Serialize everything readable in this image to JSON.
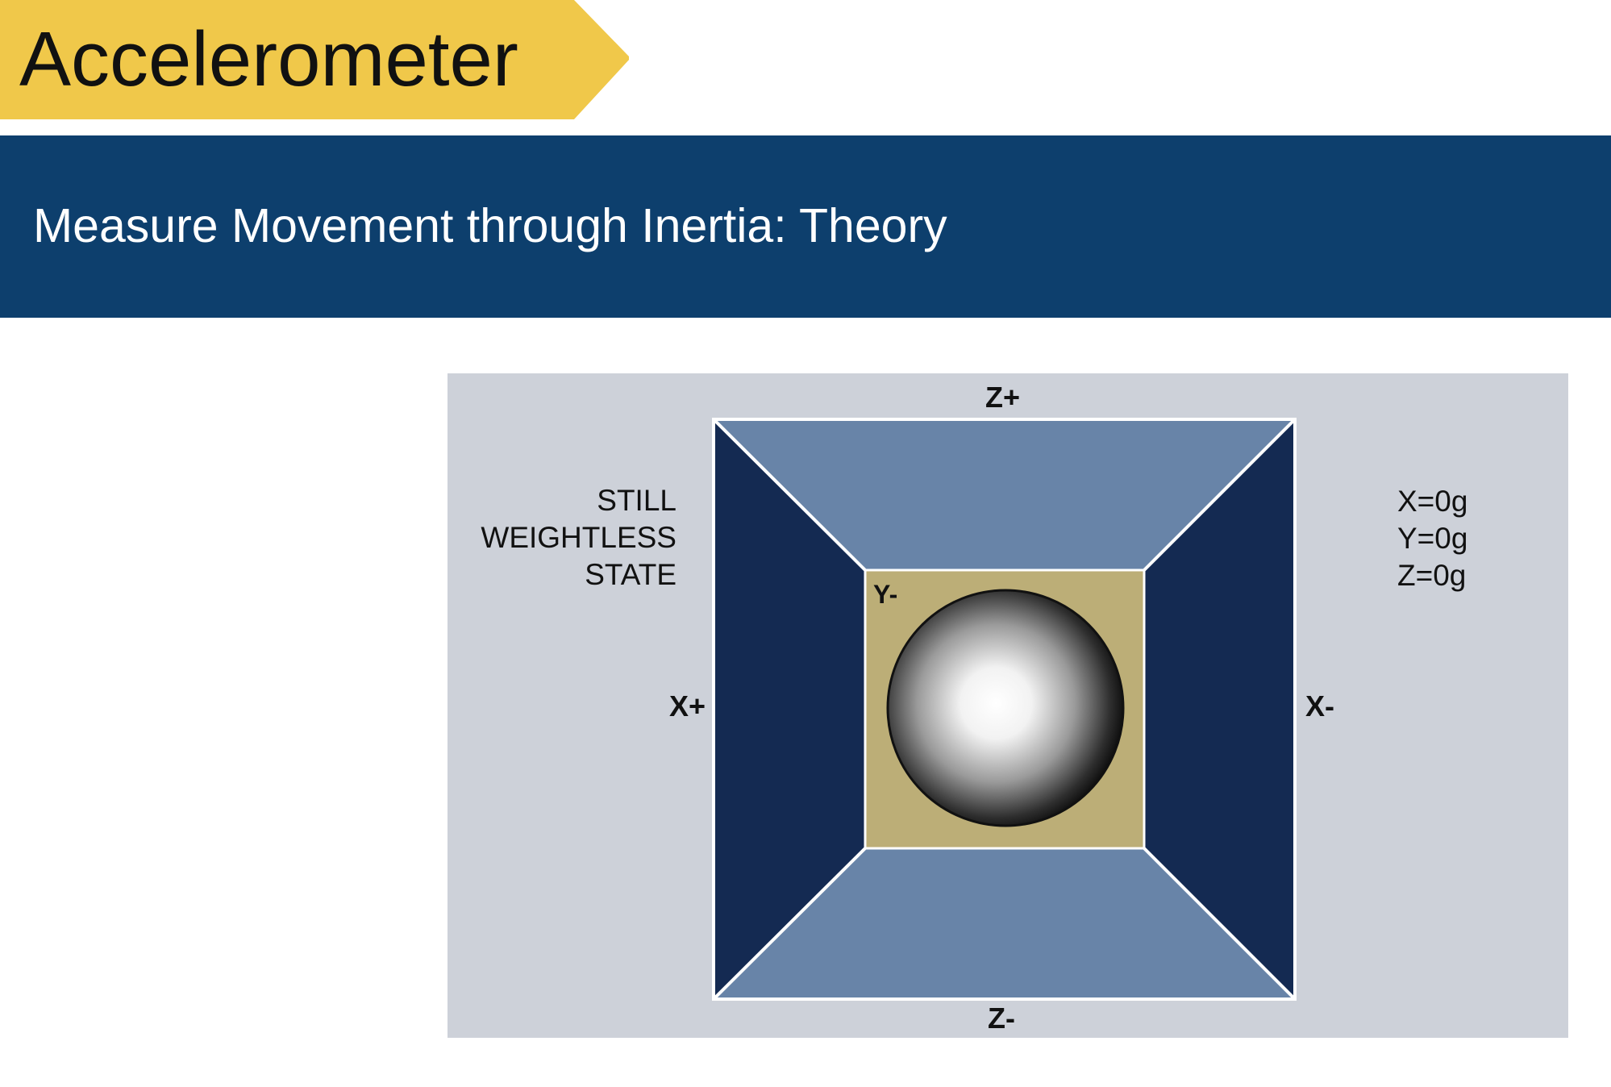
{
  "header": {
    "title": "Accelerometer",
    "subtitle": "Measure Movement through Inertia: Theory",
    "title_tab_color": "#f0c84a",
    "banner_color": "#0d3f6d"
  },
  "diagram": {
    "axes": {
      "z_plus": "Z+",
      "z_minus": "Z-",
      "x_plus": "X+",
      "x_minus": "X-",
      "y_minus": "Y-"
    },
    "state_lines": [
      "STILL",
      "WEIGHTLESS",
      "STATE"
    ],
    "readouts": [
      "X=0g",
      "Y=0g",
      "Z=0g"
    ],
    "colors": {
      "panel_background": "#cdd1d9",
      "side_walls": "#142a52",
      "top_bottom_walls": "#6884a8",
      "floor": "#bcae77",
      "edge_lines": "#ffffff",
      "ball_center": "#ffffff",
      "ball_edge": "#111111"
    }
  }
}
